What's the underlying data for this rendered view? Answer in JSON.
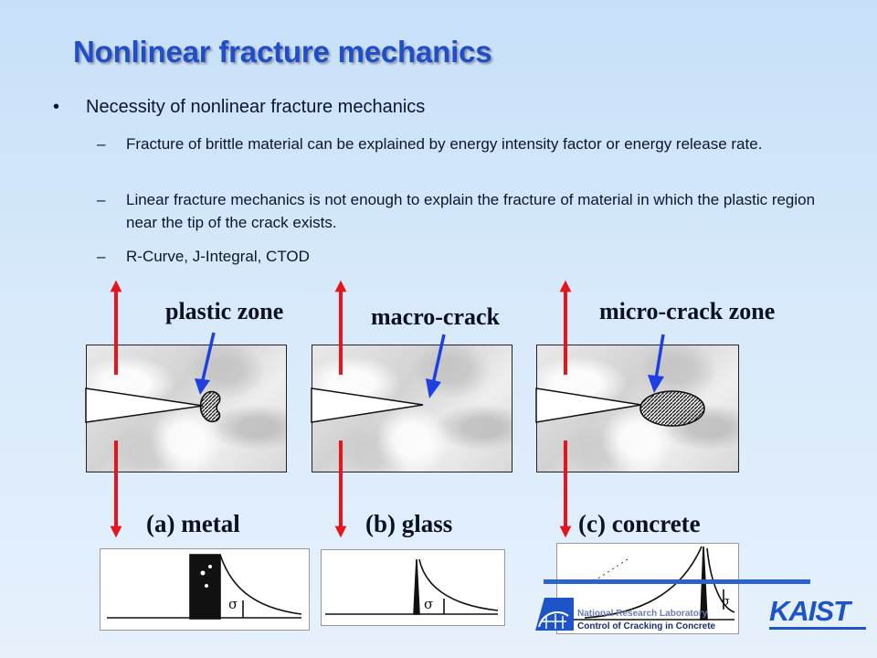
{
  "slide": {
    "title": "Nonlinear fracture mechanics",
    "bullet": "Necessity of nonlinear fracture mechanics",
    "bullet_marker": "•",
    "sub_marker": "–",
    "sub_items": [
      "Fracture of brittle material can be explained by energy intensity factor or energy release rate.",
      "Linear fracture mechanics is not enough to explain the fracture of material in which the plastic region near the tip of the crack exists.",
      "R-Curve, J-Integral, CTOD"
    ]
  },
  "figure": {
    "zone_labels": [
      "plastic zone",
      "macro-crack",
      "micro-crack zone"
    ],
    "captions": [
      "(a) metal",
      "(b) glass",
      "(c) concrete"
    ],
    "sigma_symbol": "σ",
    "colors": {
      "arrow": "#e8141b",
      "pointer": "#1f3fe0"
    }
  },
  "footer": {
    "line1": "National Research Laboratory",
    "line2": "Control of Cracking in Concrete",
    "logo": "KAIST"
  }
}
